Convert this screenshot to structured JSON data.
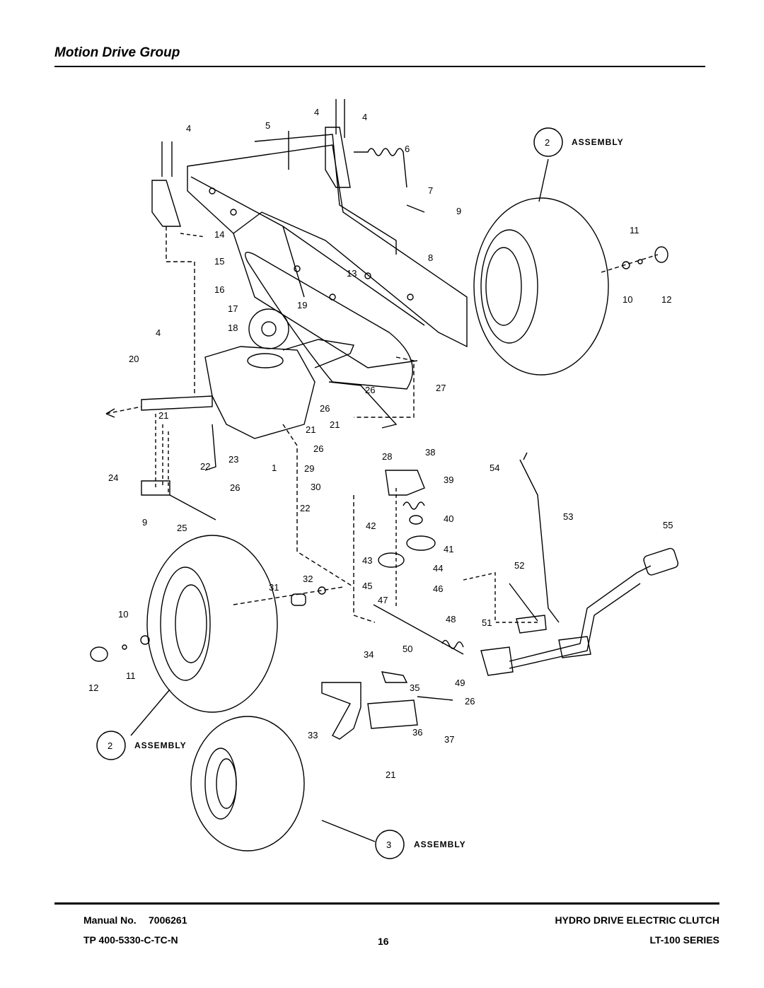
{
  "header": {
    "title": "Motion Drive Group"
  },
  "footer": {
    "manual_label": "Manual No.",
    "manual_number": "7006261",
    "tp_code": "TP 400-5330-C-TC-N",
    "page_number": "16",
    "product_title": "HYDRO DRIVE ELECTRIC CLUTCH",
    "series": "LT-100 SERIES"
  },
  "assemblies": [
    {
      "num": "2",
      "label": "ASSEMBLY"
    },
    {
      "num": "2",
      "label": "ASSEMBLY"
    },
    {
      "num": "3",
      "label": "ASSEMBLY"
    }
  ],
  "callouts": {
    "c4a": "4",
    "c4b": "4",
    "c4c": "4",
    "c5": "5",
    "c6": "6",
    "c7": "7",
    "c8": "8",
    "c9a": "9",
    "c10a": "10",
    "c11a": "11",
    "c12a": "12",
    "c13": "13",
    "c14": "14",
    "c15": "15",
    "c16": "16",
    "c17": "17",
    "c18": "18",
    "c19": "19",
    "c4d": "4",
    "c20": "20",
    "c21a": "21",
    "c21b": "21",
    "c21c": "21",
    "c22a": "22",
    "c23": "23",
    "c1": "1",
    "c24": "24",
    "c26a": "26",
    "c26b": "26",
    "c26c": "26",
    "c26d": "26",
    "c27": "27",
    "c28": "28",
    "c29": "29",
    "c30": "30",
    "c22b": "22",
    "c9b": "9",
    "c25": "25",
    "c38": "38",
    "c39": "39",
    "c40": "40",
    "c41": "41",
    "c42": "42",
    "c43": "43",
    "c44": "44",
    "c45": "45",
    "c46": "46",
    "c47": "47",
    "c48": "48",
    "c31": "31",
    "c32": "32",
    "c10b": "10",
    "c11b": "11",
    "c12b": "12",
    "c34": "34",
    "c35": "35",
    "c33": "33",
    "c36": "36",
    "c37": "37",
    "c21d": "21",
    "c50": "50",
    "c49": "49",
    "c26e": "26",
    "c51": "51",
    "c52": "52",
    "c53": "53",
    "c54": "54",
    "c55": "55"
  }
}
